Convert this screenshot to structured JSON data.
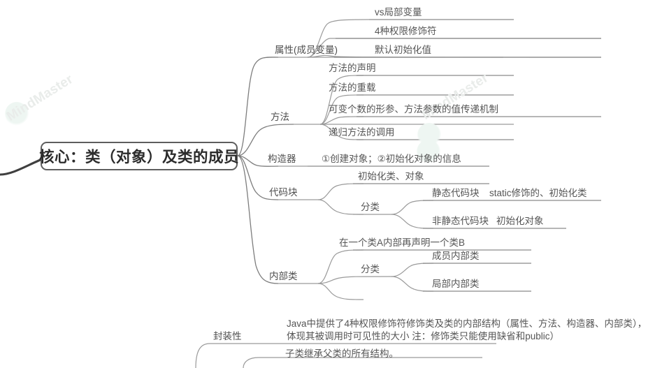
{
  "app": {
    "watermark_text": "MindMaster"
  },
  "root": {
    "label": "核心：类（对象）及类的成员"
  },
  "branches": [
    {
      "label": "属性(成员变量)",
      "children": [
        {
          "label": "vs局部变量"
        },
        {
          "label": "4种权限修饰符"
        },
        {
          "label": "默认初始化值"
        }
      ]
    },
    {
      "label": "方法",
      "children": [
        {
          "label": "方法的声明"
        },
        {
          "label": "方法的重载"
        },
        {
          "label": "可变个数的形参、方法参数的值传递机制"
        },
        {
          "label": "递归方法的调用"
        }
      ]
    },
    {
      "label": "构造器",
      "children": [
        {
          "label": "①创建对象；②初始化对象的信息"
        }
      ]
    },
    {
      "label": "代码块",
      "children": [
        {
          "label": "初始化类、对象"
        },
        {
          "label": "分类",
          "children": [
            {
              "label": "静态代码块",
              "detail": "static修饰的、初始化类"
            },
            {
              "label": "非静态代码块",
              "detail": "初始化对象"
            }
          ]
        }
      ]
    },
    {
      "label": "内部类",
      "children": [
        {
          "label": "在一个类A内部再声明一个类B"
        },
        {
          "label": "分类",
          "children": [
            {
              "label": "成员内部类"
            },
            {
              "label": "局部内部类"
            }
          ]
        }
      ]
    }
  ],
  "encapsulation": {
    "label": "封装性",
    "detail": "Java中提供了4种权限修饰符修饰类及类的内部结构（属性、方法、构造器、内部类），体现其被调用时可见性的大小  注：修饰类只能使用缺省和public）",
    "next": "子类继承父类的所有结构。"
  }
}
